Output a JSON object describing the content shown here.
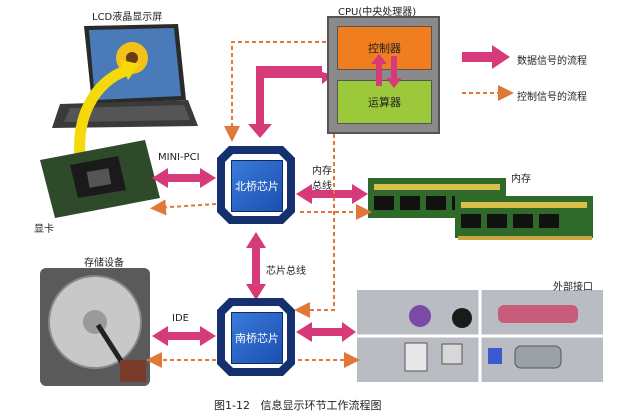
{
  "labels": {
    "lcd": "LCD液晶显示屏",
    "cpu": "CPU(中央处理器)",
    "controller": "控制器",
    "alu": "运算器",
    "mini_pci": "MINI-PCI",
    "north_bridge": "北桥芯片",
    "memory_bus_line1": "内存",
    "memory_bus_line2": "总线",
    "memory": "内存",
    "graphics_card": "显卡",
    "chipset_bus": "芯片总线",
    "storage": "存储设备",
    "ide": "IDE",
    "south_bridge": "南桥芯片",
    "external_ports": "外部接口",
    "caption": "图1-12   信息显示环节工作流程图"
  },
  "legend": {
    "data_flow": "数据信号的流程",
    "control_flow": "控制信号的流程"
  },
  "colors": {
    "data_arrow": "#d63a78",
    "control_arrow": "#e0783a",
    "chip_blue": "#1b4fb0",
    "controller_orange": "#f07d1e",
    "alu_green": "#9cc83c"
  }
}
